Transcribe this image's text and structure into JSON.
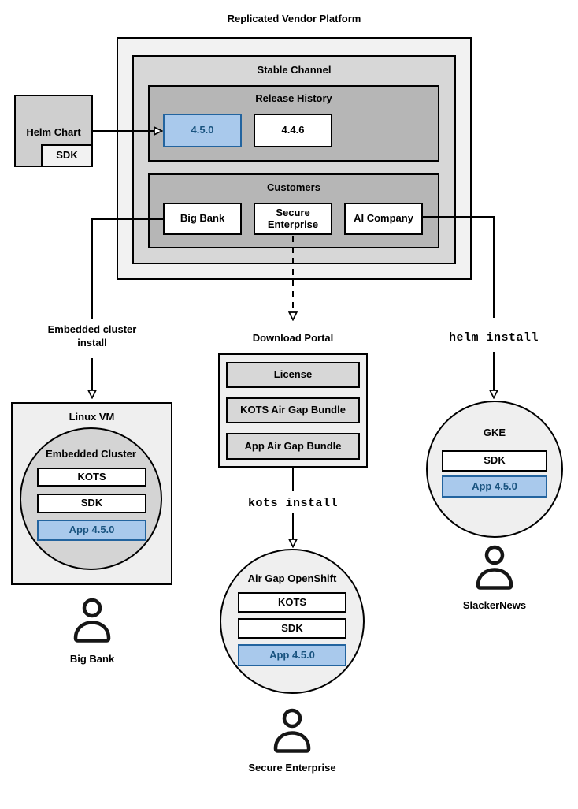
{
  "title": "Replicated Vendor Platform",
  "colors": {
    "highlight_fill": "#a9c9ec",
    "highlight_border": "#23649f",
    "highlight_text": "#19537f"
  },
  "platform": {
    "stable_channel": {
      "label": "Stable Channel",
      "release_history": {
        "label": "Release History",
        "releases": [
          "4.5.0",
          "4.4.6"
        ]
      },
      "customers": {
        "label": "Customers",
        "items": [
          "Big Bank",
          "Secure Enterprise",
          "AI Company"
        ]
      }
    }
  },
  "helm_chart": {
    "label": "Helm Chart",
    "sdk": "SDK"
  },
  "flows": {
    "embedded_install": "Embedded cluster install",
    "download_portal": {
      "label": "Download Portal",
      "items": [
        "License",
        "KOTS Air Gap Bundle",
        "App Air Gap Bundle"
      ]
    },
    "kots_install": "kots install",
    "helm_install": "helm install"
  },
  "deployments": {
    "linux_vm": {
      "label": "Linux VM",
      "cluster": {
        "label": "Embedded Cluster",
        "components": [
          "KOTS",
          "SDK",
          "App 4.5.0"
        ]
      },
      "user": "Big Bank"
    },
    "openshift": {
      "label": "Air Gap OpenShift",
      "components": [
        "KOTS",
        "SDK",
        "App 4.5.0"
      ],
      "user": "Secure Enterprise"
    },
    "gke": {
      "label": "GKE",
      "components": [
        "SDK",
        "App 4.5.0"
      ],
      "user": "SlackerNews"
    }
  }
}
